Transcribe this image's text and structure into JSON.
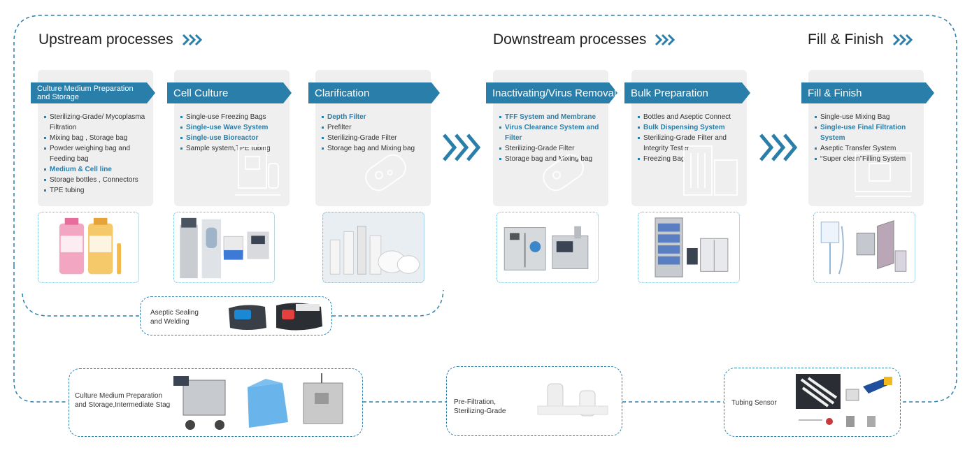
{
  "sections": {
    "upstream": "Upstream processes",
    "downstream": "Downstream processes",
    "fill_finish": "Fill & Finish"
  },
  "stages": [
    {
      "title": "Culture Medium Preparation and Storage",
      "items": [
        {
          "text": "Sterilizing-Grade/ Mycoplasma Filtration",
          "highlight": false
        },
        {
          "text": "Mixing bag , Storage bag",
          "highlight": false
        },
        {
          "text": "Powder weighing bag and Feeding bag",
          "highlight": false
        },
        {
          "text": "Medium & Cell line",
          "highlight": true
        },
        {
          "text": "Storage bottles , Connectors",
          "highlight": false
        },
        {
          "text": "TPE tubing",
          "highlight": false
        }
      ]
    },
    {
      "title": "Cell Culture",
      "items": [
        {
          "text": "Single-use Freezing Bags",
          "highlight": false
        },
        {
          "text": "Single-use Wave System",
          "highlight": true
        },
        {
          "text": "Single-use Bioreactor",
          "highlight": true
        },
        {
          "text": "Sample system,TPE tubing",
          "highlight": false
        }
      ]
    },
    {
      "title": "Clarification",
      "items": [
        {
          "text": "Depth Filter",
          "highlight": true
        },
        {
          "text": "Prefilter",
          "highlight": false
        },
        {
          "text": "Sterilizing-Grade Filter",
          "highlight": false
        },
        {
          "text": "Storage bag and Mixing bag",
          "highlight": false
        }
      ]
    },
    {
      "title": "Inactivating/Virus Removal",
      "items": [
        {
          "text": "TFF System and Membrane",
          "highlight": true
        },
        {
          "text": "Virus Clearance System and Filter",
          "highlight": true
        },
        {
          "text": "Sterilizing-Grade Filter",
          "highlight": false
        },
        {
          "text": "Storage bag and Mixing bag",
          "highlight": false
        }
      ]
    },
    {
      "title": "Bulk Preparation",
      "items": [
        {
          "text": "Bottles and Aseptic Connect",
          "highlight": false
        },
        {
          "text": "Bulk Dispensing System",
          "highlight": true
        },
        {
          "text": "Sterilizing-Grade Filter and Integrity Tester",
          "highlight": false
        },
        {
          "text": "Freezing Bag",
          "highlight": false
        }
      ]
    },
    {
      "title": "Fill & Finish",
      "items": [
        {
          "text": "Single-use Mixing Bag",
          "highlight": false
        },
        {
          "text": "Single-use Final Filtration System",
          "highlight": true
        },
        {
          "text": "Aseptic Transfer System",
          "highlight": false
        },
        {
          "text": "“Super clean”Filling System",
          "highlight": false
        }
      ]
    }
  ],
  "aseptic_box": {
    "label": "Aseptic Sealing\nand Welding"
  },
  "bottom_boxes": [
    {
      "label": "Culture Medium Preparation\nand Storage,Intermediate Stag"
    },
    {
      "label": "Pre-Filtration,\nSterilizing-Grade"
    },
    {
      "label": "Tubing Sensor"
    }
  ],
  "colors": {
    "accent": "#2a7faa",
    "card_bg": "#efefef",
    "highlight_text": "#2a7faa"
  }
}
